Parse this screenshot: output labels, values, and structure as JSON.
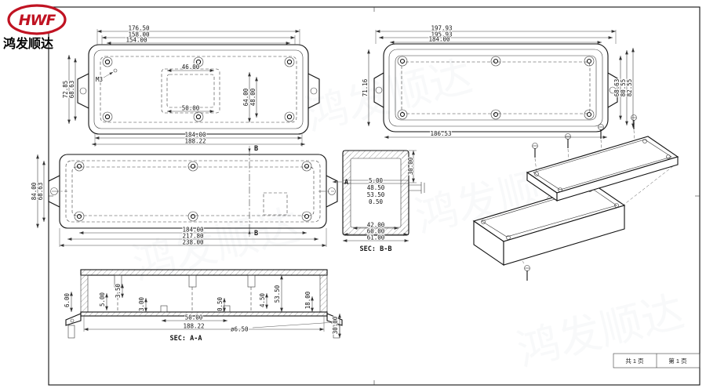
{
  "logo": {
    "brand": "HWF",
    "company": "鸿发顺达"
  },
  "watermark": "鸿发顺达",
  "footer": {
    "total_pages": "共 1 页",
    "current_page": "第 1 页"
  },
  "view_base_top": {
    "dim_outer_width": "176.50",
    "dim_hole_span_w2": "158.00",
    "dim_hole_span_w3": "154.00",
    "dim_cutout_width": "46.00",
    "dim_cutout_height": "64.00",
    "dim_inner_height": "48.00",
    "dim_cutout_width2": "50.00",
    "dim_left_outer": "72.85",
    "dim_left_holes": "68.63",
    "thread_callout": "M3",
    "dim_bottom_1": "184.00",
    "dim_bottom_2": "188.22"
  },
  "view_cover_top": {
    "dim_top_1": "197.93",
    "dim_top_2": "195.93",
    "dim_top_3": "184.00",
    "dim_left": "71.16",
    "dim_right_1": "68.63",
    "dim_right_2": "80.55",
    "dim_right_3": "82.55",
    "dim_bottom": "186.53"
  },
  "view_base_bottom": {
    "dim_left_1": "84.00",
    "dim_left_2": "68.63",
    "dim_bottom_1": "184.00",
    "dim_bottom_2": "217.80",
    "dim_bottom_3": "238.00",
    "marker_a": "A",
    "marker_b": "B"
  },
  "section_bb": {
    "title": "SEC: B-B",
    "dim_right": "30.00",
    "dim_c1": "5.00",
    "dim_c2": "48.50",
    "dim_c3": "53.50",
    "dim_c4": "0.50",
    "dim_bottom_1": "42.00",
    "dim_bottom_2": "60.00",
    "dim_bottom_3": "61.00"
  },
  "section_aa": {
    "title": "SEC: A-A",
    "dim_left": "6.00",
    "dim_r1": "5.00",
    "dim_r2": "3.50",
    "dim_r3": "3.00",
    "dim_r4": "0.50",
    "dim_r5": "4.50",
    "dim_inner_height": "53.50",
    "dim_right": "18.00",
    "dim_foot": "30.00",
    "dim_bottom_1": "50.00",
    "dim_bottom_2": "188.22",
    "hole_callout": "ø6.50"
  }
}
